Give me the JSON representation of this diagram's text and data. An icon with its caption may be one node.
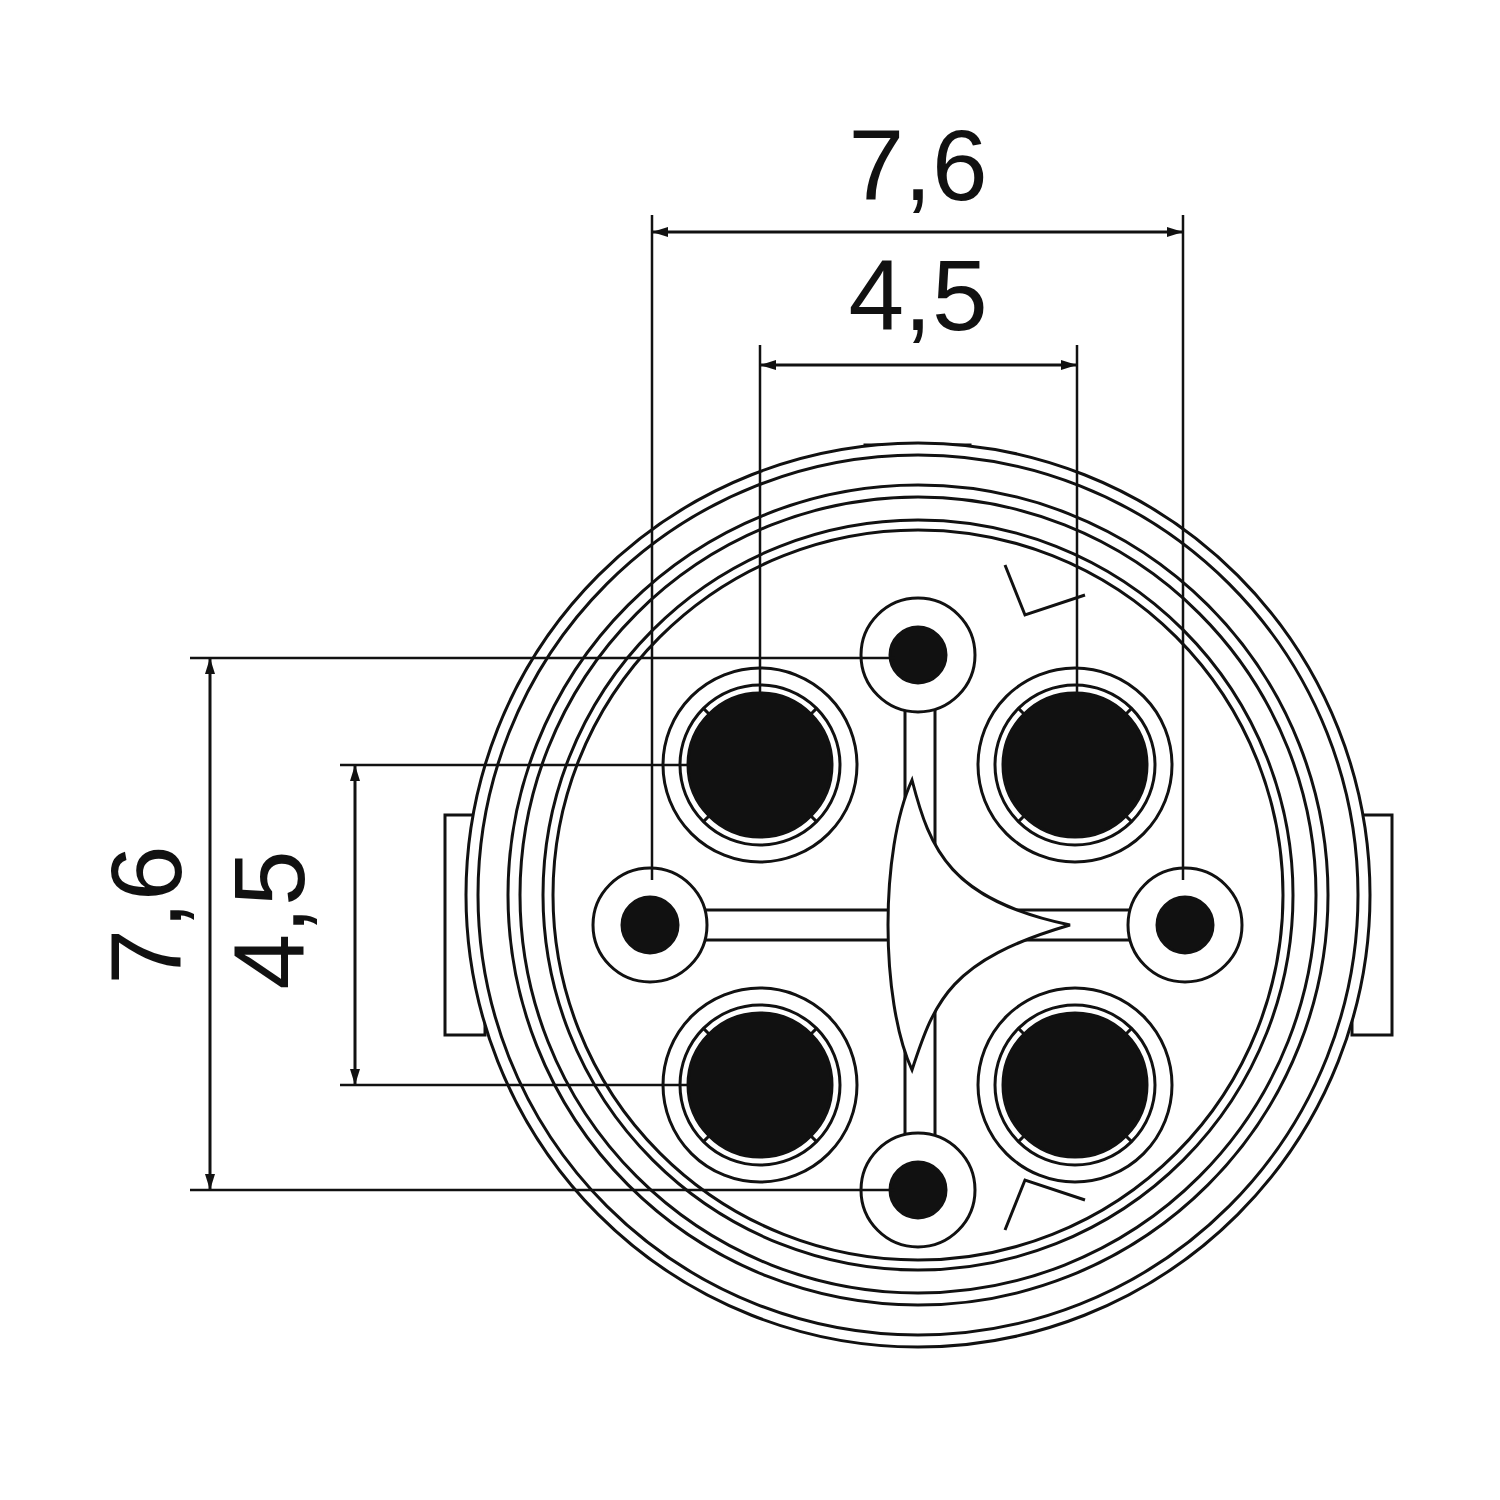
{
  "diagram": {
    "labels": [
      "7,6",
      "4,5",
      "7,6",
      "4,5"
    ]
  }
}
